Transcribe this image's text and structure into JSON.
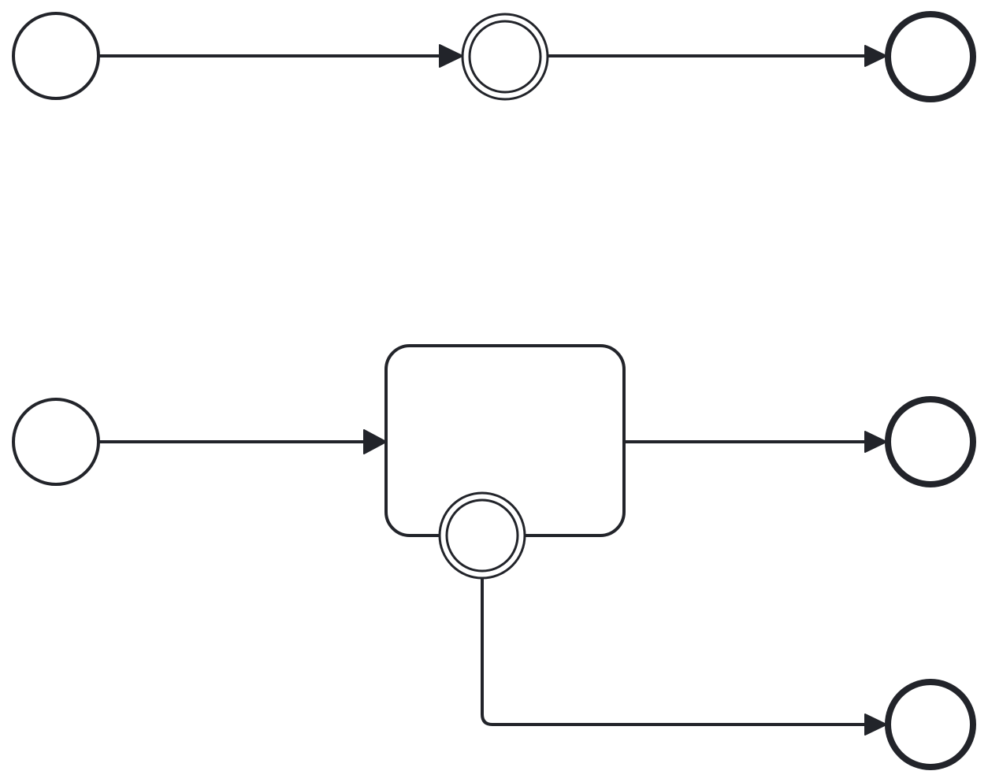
{
  "diagram": {
    "type": "bpmn",
    "stroke_color": "#22242a",
    "background_color": "#ffffff",
    "elements": [
      {
        "id": "start-1",
        "kind": "start-event",
        "label": ""
      },
      {
        "id": "intermediate-1",
        "kind": "intermediate-event",
        "label": ""
      },
      {
        "id": "end-1",
        "kind": "end-event",
        "label": ""
      },
      {
        "id": "start-2",
        "kind": "start-event",
        "label": ""
      },
      {
        "id": "task-1",
        "kind": "task",
        "label": ""
      },
      {
        "id": "boundary-1",
        "kind": "boundary-event",
        "attached_to": "task-1",
        "label": ""
      },
      {
        "id": "end-2",
        "kind": "end-event",
        "label": ""
      },
      {
        "id": "end-3",
        "kind": "end-event",
        "label": ""
      }
    ],
    "flows": [
      {
        "from": "start-1",
        "to": "intermediate-1"
      },
      {
        "from": "intermediate-1",
        "to": "end-1"
      },
      {
        "from": "start-2",
        "to": "task-1"
      },
      {
        "from": "task-1",
        "to": "end-2"
      },
      {
        "from": "boundary-1",
        "to": "end-3"
      }
    ]
  }
}
